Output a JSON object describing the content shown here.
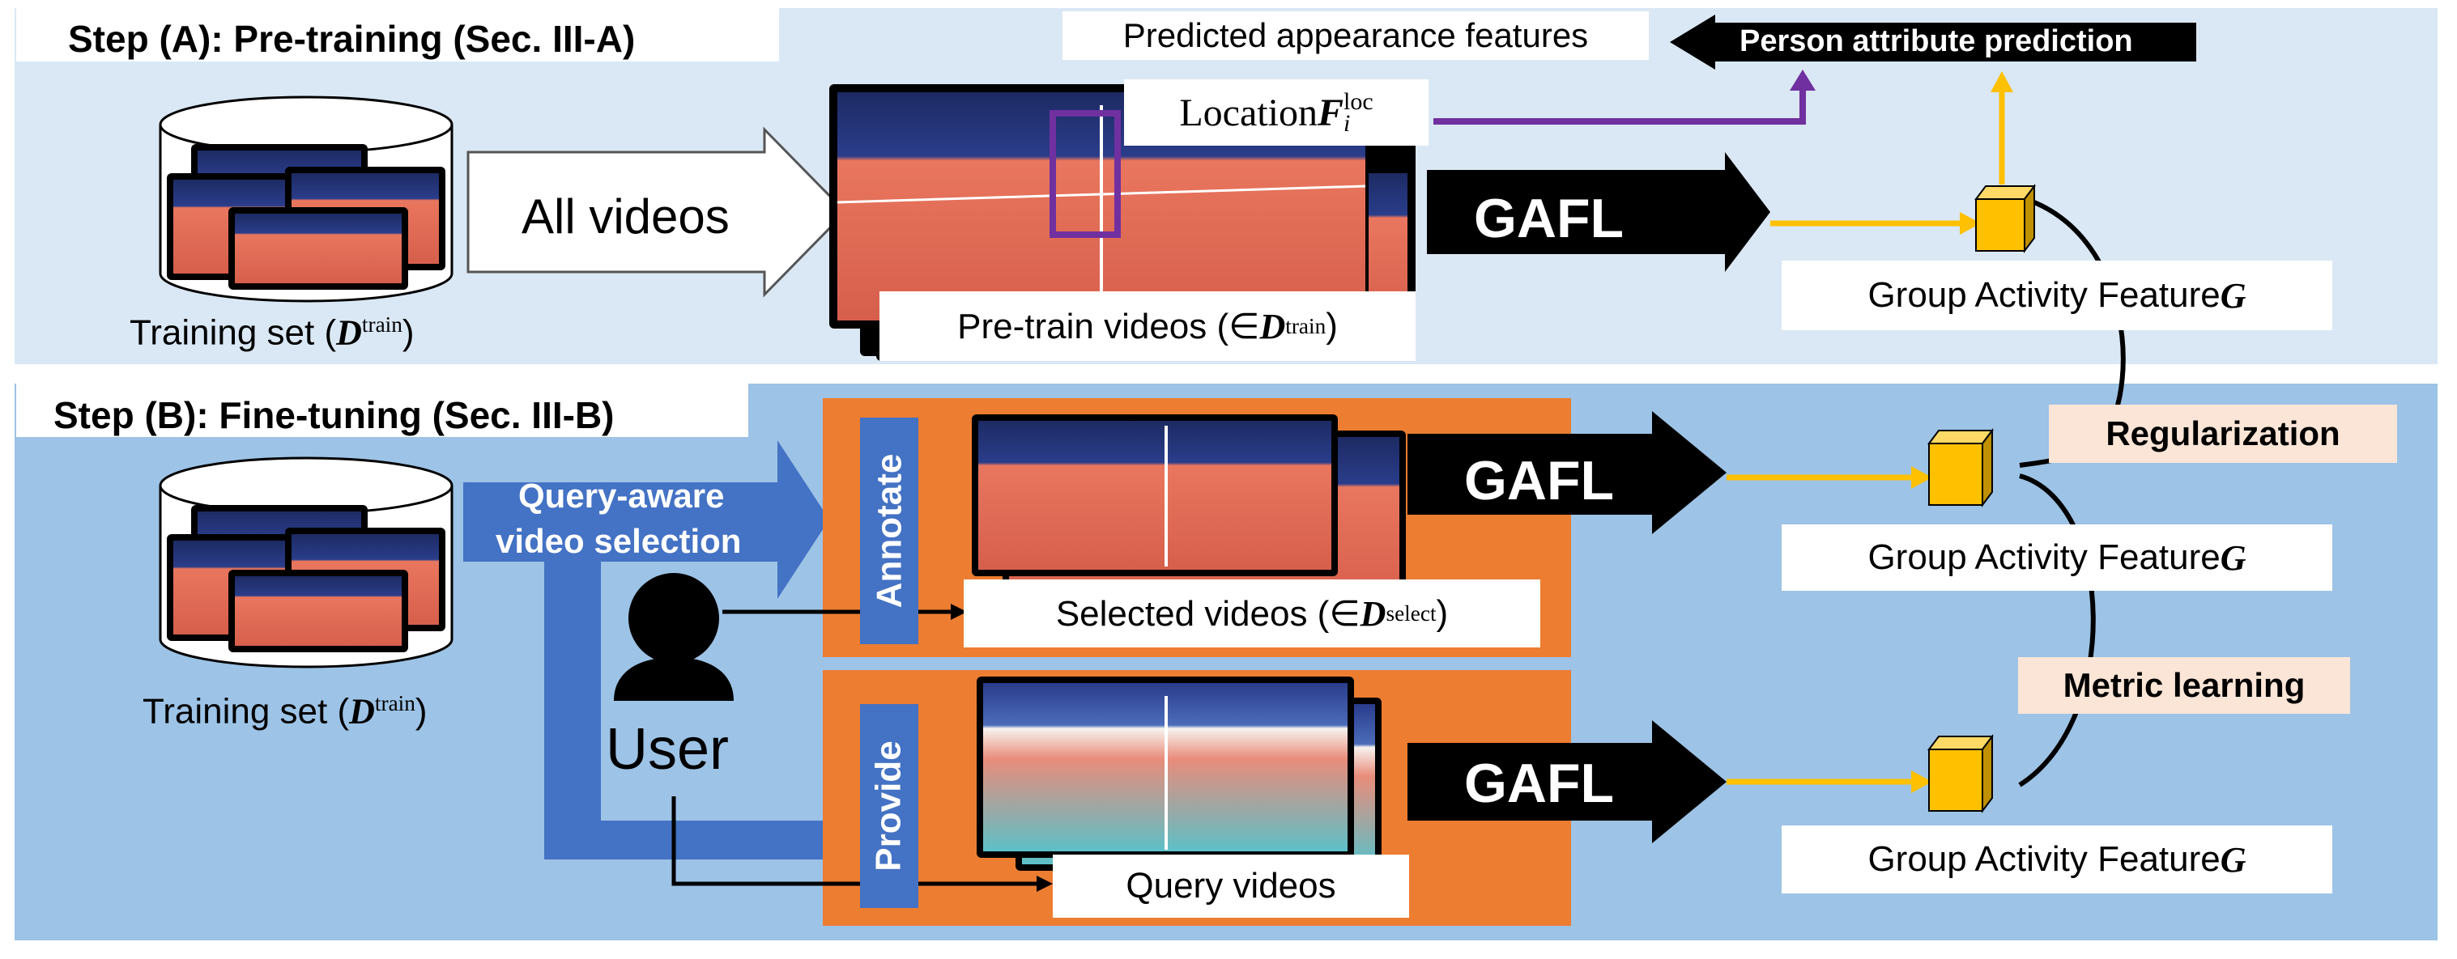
{
  "step_a": {
    "heading": "Step (A): Pre-training (Sec. III-A)",
    "training_set_label": "Training set (",
    "training_set_symbol": "D",
    "training_set_sup": "train",
    "training_set_close": ")",
    "all_videos_label": "All videos",
    "location_label": "Location ",
    "location_symbol": "F",
    "location_sub": "i",
    "location_sup": "loc",
    "pretrain_label": "Pre-train videos (∈ ",
    "pretrain_symbol": "D",
    "pretrain_sup": "train",
    "pretrain_close": ")",
    "predicted_features_label": "Predicted appearance features",
    "attribute_prediction_label": "Person attribute prediction",
    "gafl_label": "GAFL",
    "feature_label": "Group Activity Feature ",
    "feature_symbol": "G"
  },
  "step_b": {
    "heading": "Step (B): Fine-tuning (Sec. III-B)",
    "training_set_label": "Training set (",
    "training_set_symbol": "D",
    "training_set_sup": "train",
    "training_set_close": ")",
    "query_selection_line1": "Query-aware",
    "query_selection_line2": "video selection",
    "user_label": "User",
    "annotate_label": "Annotate",
    "provide_label": "Provide",
    "selected_label": "Selected videos (∈ ",
    "selected_symbol": "D",
    "selected_sup": "select",
    "selected_close": ")",
    "query_videos_label": "Query videos",
    "gafl_label_1": "GAFL",
    "gafl_label_2": "GAFL",
    "feature_label_1": "Group Activity Feature ",
    "feature_label_2": "Group Activity Feature ",
    "feature_symbol": "G",
    "regularization_label": "Regularization",
    "metric_learning_label": "Metric learning"
  },
  "colors": {
    "panel_a": "#dae8f5",
    "panel_b": "#9dc3e6",
    "selection_blue": "#4472c4",
    "orange": "#ed7d31",
    "feature_yellow": "#ffc000",
    "location_purple": "#7030a0",
    "tag_peach": "#fbe5d6"
  }
}
